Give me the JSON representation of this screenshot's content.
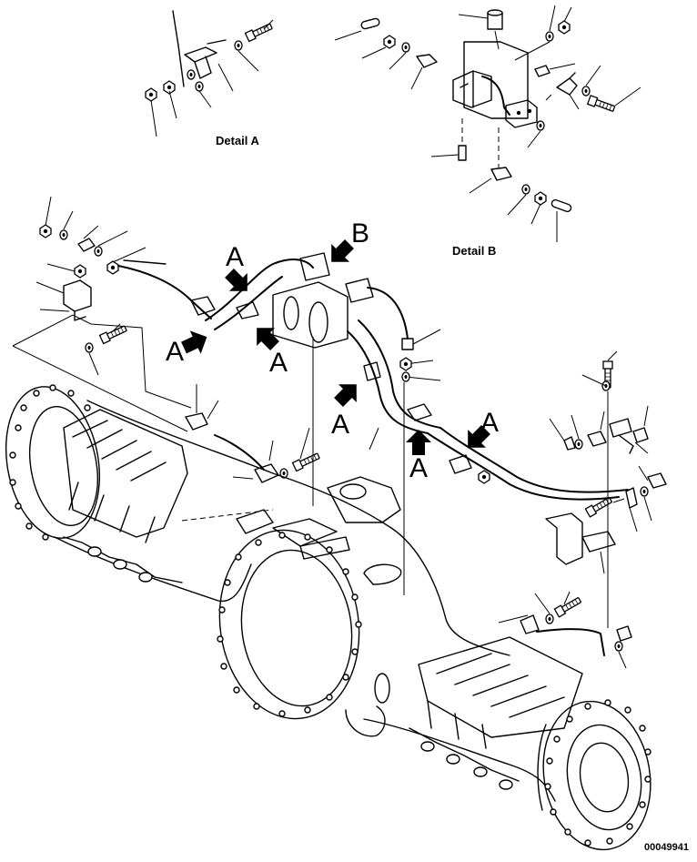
{
  "labels": {
    "detail_a": "Detail A",
    "detail_b": "Detail B",
    "view_a": "A",
    "view_b": "B",
    "drawing_number": "00049941"
  },
  "colors": {
    "ink": "#000000",
    "paper": "#ffffff"
  },
  "icons": {
    "view_arrow": "filled-arrow-icon"
  }
}
